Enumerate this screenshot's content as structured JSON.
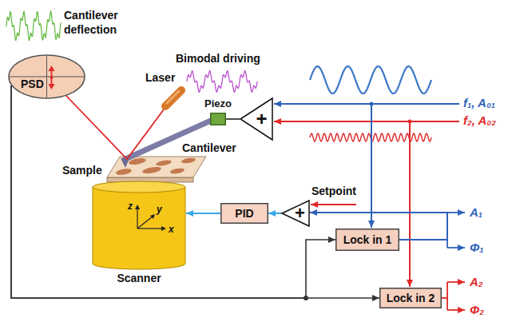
{
  "diagram": {
    "nodes": [
      {
        "text": [
          "PSD"
        ]
      },
      {
        "text": [
          "Piezo"
        ]
      },
      {
        "text": [
          "+"
        ]
      },
      {
        "text": [
          "Scanner"
        ]
      },
      {
        "text": [
          "PID"
        ]
      },
      {
        "text": [
          "+"
        ]
      },
      {
        "text": [
          "Lock in 1"
        ]
      },
      {
        "text": [
          "Lock in 2"
        ]
      }
    ],
    "edges": [
      {
        "from": 2,
        "to": 1,
        "arrow": "none"
      },
      {
        "from": 0,
        "to": 6,
        "arrow": "to"
      },
      {
        "from": 0,
        "to": 7,
        "arrow": "to"
      },
      {
        "from": 6,
        "to": 5,
        "arrow": "to"
      },
      {
        "from": 5,
        "to": 4,
        "arrow": "to"
      },
      {
        "from": 4,
        "to": 3,
        "arrow": "to"
      }
    ],
    "labels": [
      "Cantilever deflection",
      "Bimodal driving",
      "Laser",
      "Cantilever",
      "Sample",
      "z",
      "y",
      "x",
      "Setpoint",
      "f₁, A₀₁",
      "f₂, A₀₂",
      "A₁",
      "Φ₁",
      "A₂",
      "Φ₂"
    ]
  }
}
